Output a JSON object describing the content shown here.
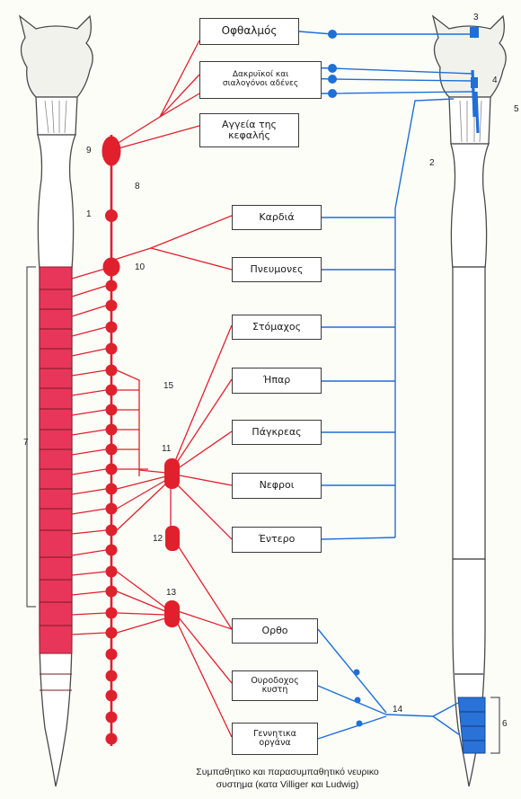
{
  "colors": {
    "sympathetic": "#e0202c",
    "parasympathetic": "#1f6fd8",
    "outline": "#4a4a4a",
    "spine_fill": "#e8e8e2"
  },
  "organs": {
    "eye": "Οφθαλμός",
    "glands_line1": "Δακρυϊκοί και",
    "glands_line2": "σιαλογόνοι αδένες",
    "vessels_line1": "Αγγεία της",
    "vessels_line2": "κεφαλής",
    "heart": "Καρδιά",
    "lungs": "Πνευμονες",
    "stomach": "Στόμαχος",
    "liver": "Ήπαρ",
    "pancreas": "Πάγκρεας",
    "kidneys": "Νεφροι",
    "intestine": "Έντερο",
    "rectum": "Ορθο",
    "bladder_line1": "Ουροδοχος",
    "bladder_line2": "κυστη",
    "genitals_line1": "Γεννητικα",
    "genitals_line2": "οργάνα"
  },
  "labels": {
    "n1": "1",
    "n2": "2",
    "n3": "3",
    "n4": "4",
    "n5": "5",
    "n6": "6",
    "n7": "7",
    "n8": "8",
    "n9": "9",
    "n10": "10",
    "n11": "11",
    "n12": "12",
    "n13": "13",
    "n14": "14",
    "n15": "15"
  },
  "caption": {
    "line1": "Συμπαθητικο και παρασυμπαθητικό νευρικο",
    "line2": "συστημα (κατα Villiger και Ludwig)"
  }
}
